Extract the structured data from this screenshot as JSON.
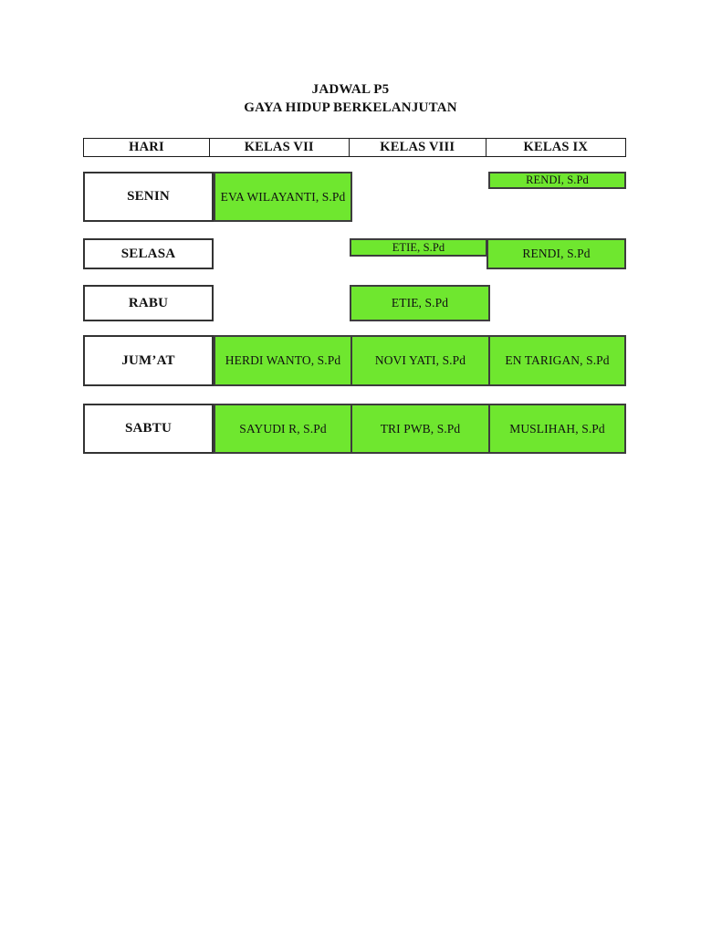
{
  "title": {
    "line1": "JADWAL P5",
    "line2": "GAYA HIDUP BERKELANJUTAN"
  },
  "schedule": {
    "header": {
      "hari": "HARI",
      "vii": "KELAS VII",
      "viii": "KELAS VIII",
      "ix": "KELAS IX"
    },
    "days": [
      {
        "name": "SENIN",
        "vii": "EVA WILAYANTI, S.Pd",
        "viii": "",
        "ix": "RENDI, S.Pd"
      },
      {
        "name": "SELASA",
        "vii": "",
        "viii": "ETIE, S.Pd",
        "ix": "RENDI, S.Pd"
      },
      {
        "name": "RABU",
        "vii": "",
        "viii": "ETIE, S.Pd",
        "ix": ""
      },
      {
        "name": "JUM’AT",
        "vii": "HERDI WANTO, S.Pd",
        "viii": "NOVI YATI, S.Pd",
        "ix": "EN TARIGAN, S.Pd"
      },
      {
        "name": "SABTU",
        "vii": "SAYUDI R, S.Pd",
        "viii": "TRI PWB, S.Pd",
        "ix": "MUSLIHAH, S.Pd"
      }
    ]
  },
  "colors": {
    "highlight": "#6FE72F",
    "green_border": "#3d3d3d",
    "table_border": "#1a1a1a",
    "text": "#111111"
  }
}
